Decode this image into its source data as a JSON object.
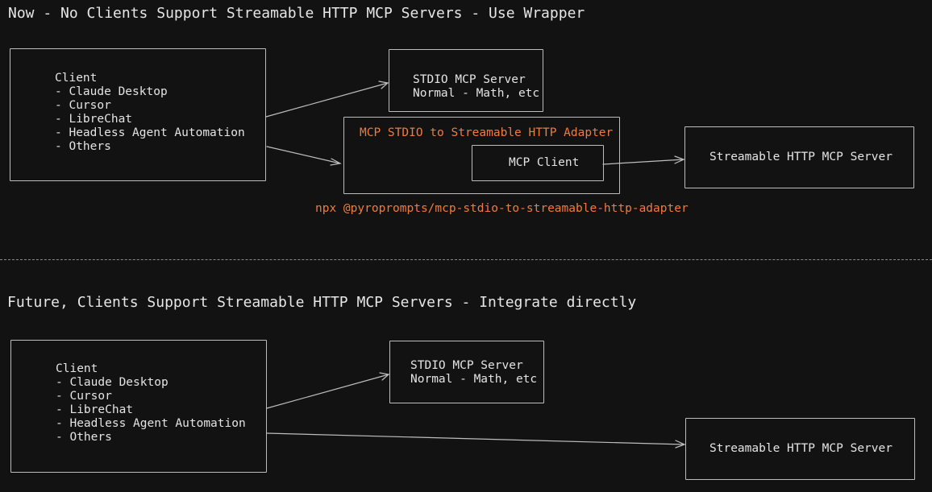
{
  "colors": {
    "background": "#121212",
    "stroke": "#bdbdbd",
    "text": "#e4e4e4",
    "accent": "#f07b3f"
  },
  "now": {
    "title": "Now - No Clients Support Streamable HTTP MCP Servers - Use Wrapper",
    "client_label": "Client\n- Claude Desktop\n- Cursor\n- LibreChat\n- Headless Agent Automation\n- Others",
    "stdio_server_label": "STDIO MCP Server\nNormal - Math, etc",
    "adapter_label": "MCP STDIO to Streamable HTTP Adapter",
    "mcp_client_label": "MCP Client",
    "http_server_label": "Streamable HTTP MCP Server",
    "npx_command": "npx @pyroprompts/mcp-stdio-to-streamable-http-adapter"
  },
  "future": {
    "title": "Future, Clients Support Streamable HTTP MCP Servers - Integrate directly",
    "client_label": "Client\n- Claude Desktop\n- Cursor\n- LibreChat\n- Headless Agent Automation\n- Others",
    "stdio_server_label": "STDIO MCP Server\nNormal - Math, etc",
    "http_server_label": "Streamable HTTP MCP Server"
  }
}
